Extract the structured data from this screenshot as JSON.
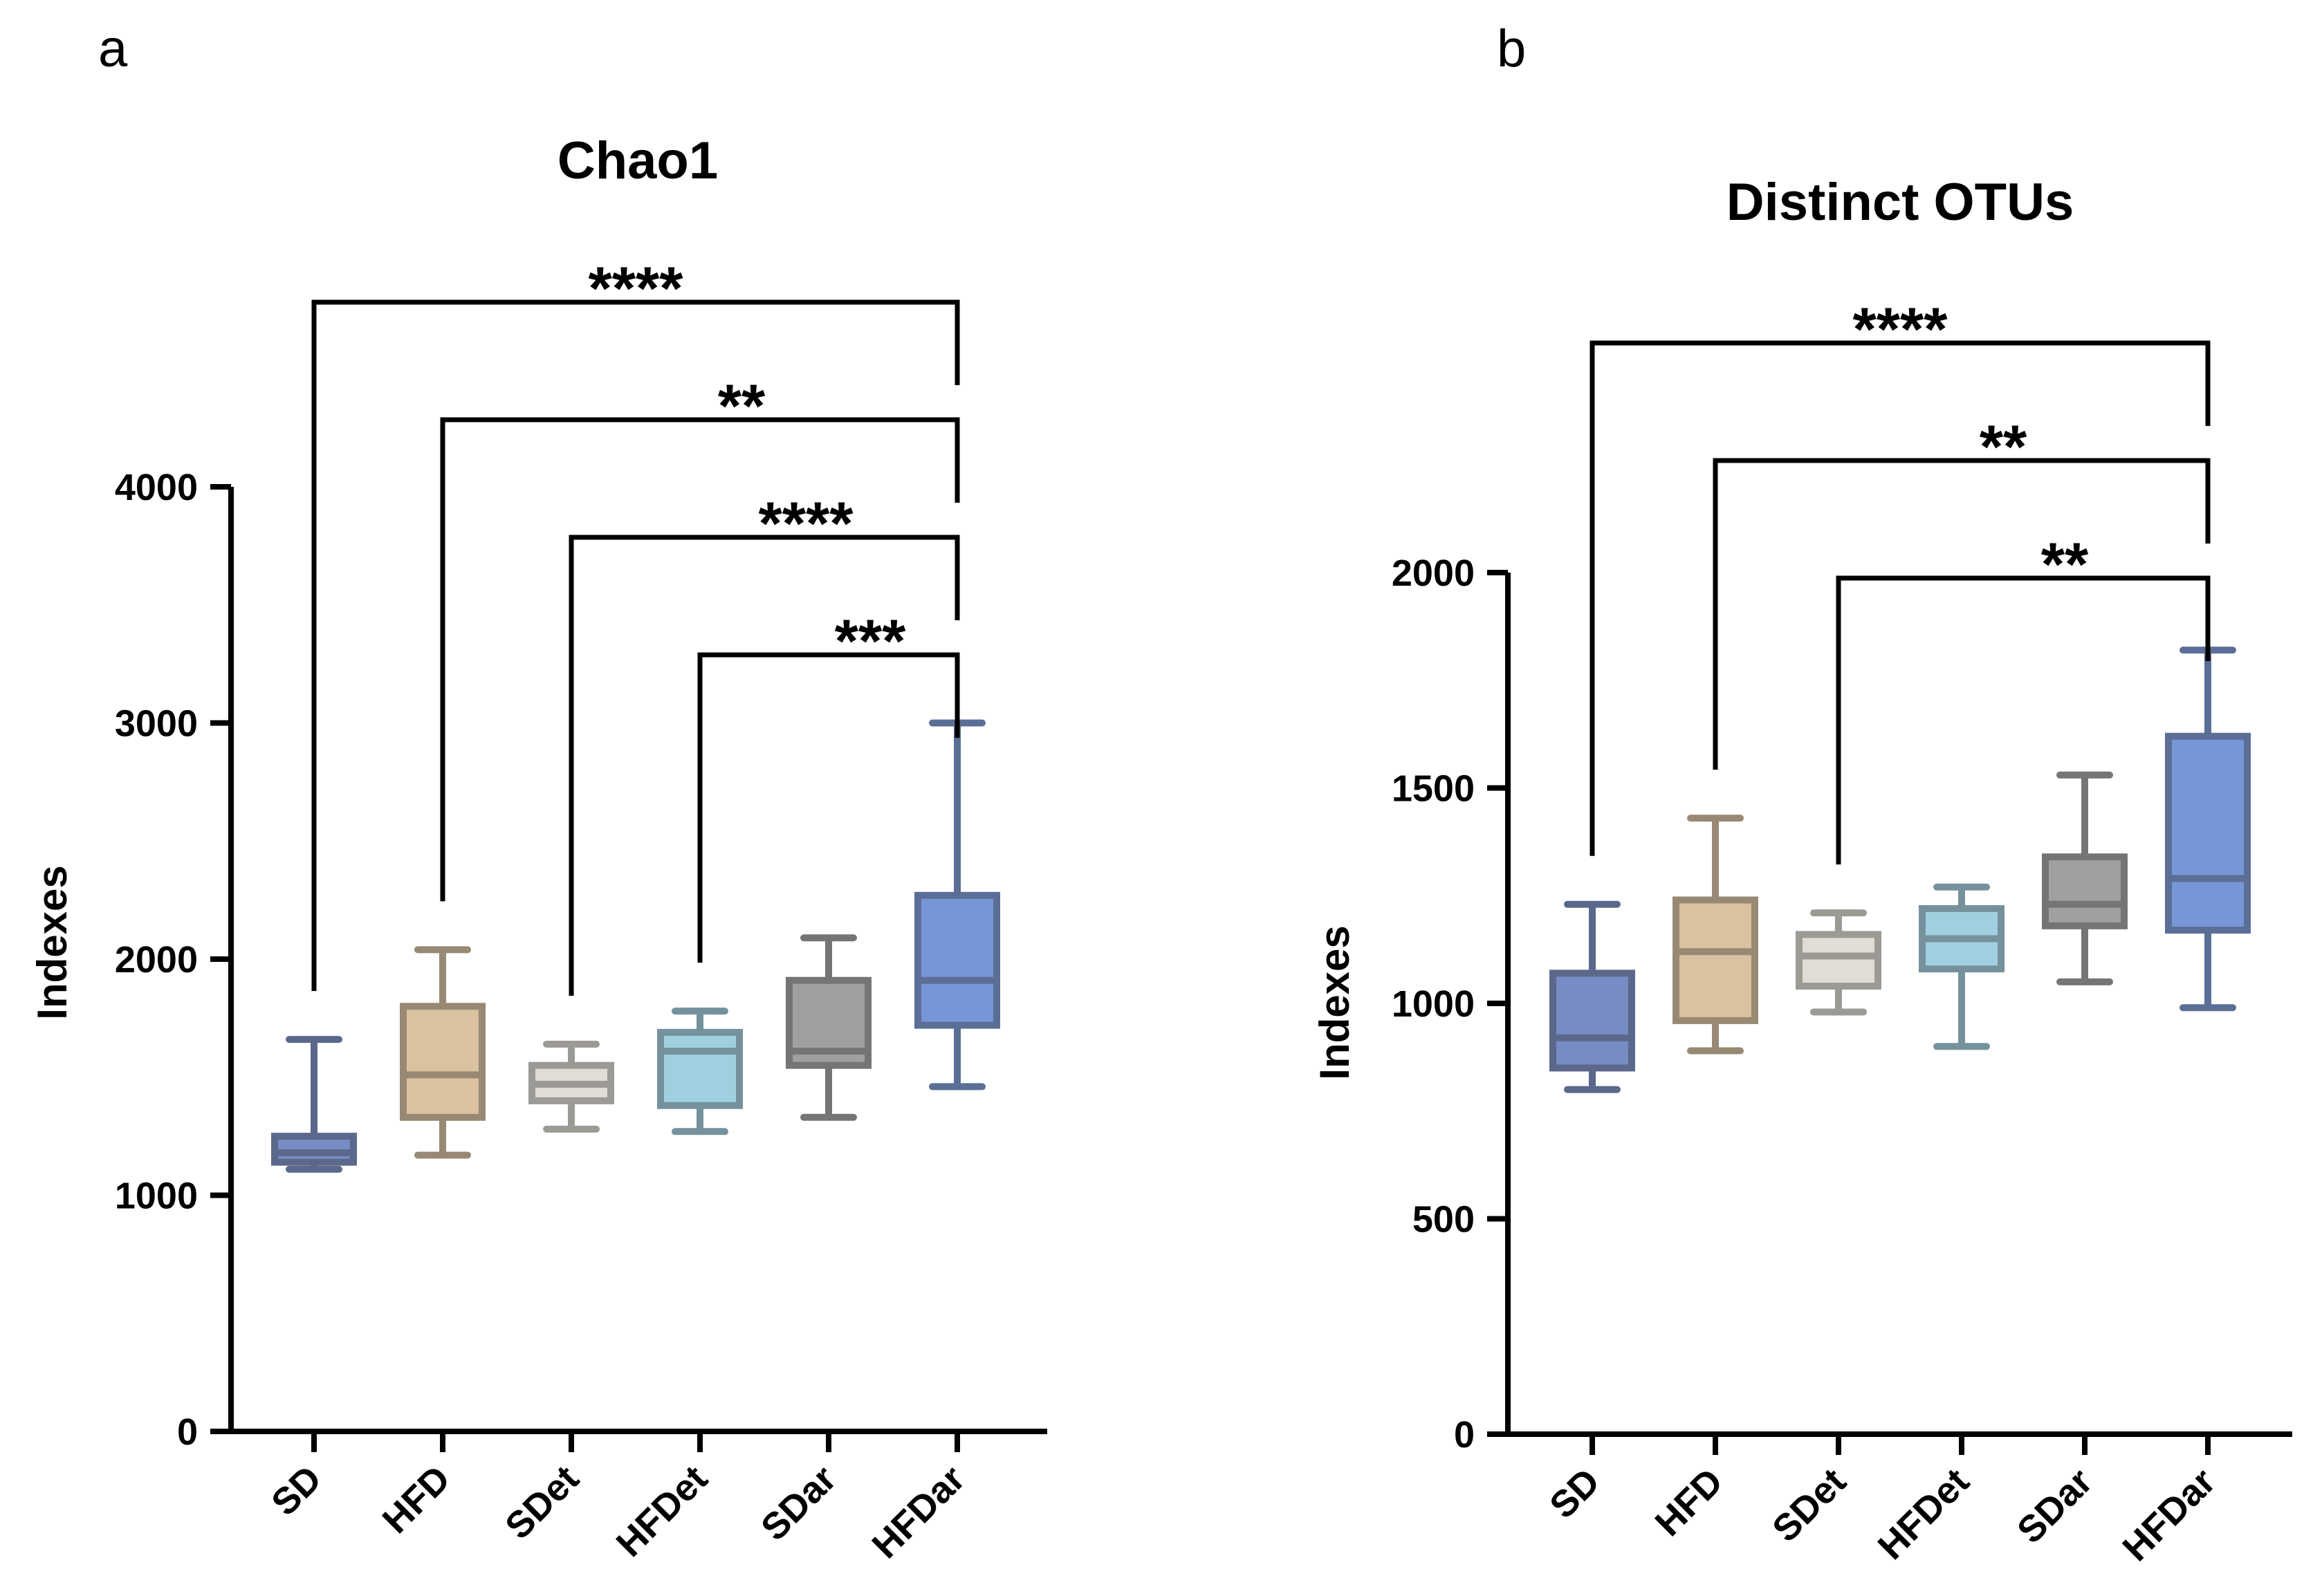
{
  "colors": {
    "SD": "#5a72b8",
    "HFD": "#d2b48a",
    "SDet": "#d9d6cc",
    "HFDet": "#8cc6da",
    "SDar": "#8c8c8c",
    "HFDar": "#5a7fcf",
    "axis": "#000000"
  },
  "chart_data": [
    {
      "panel": "a",
      "type": "box",
      "title": "Chao1",
      "ylabel": "Indexes",
      "xlabel": "",
      "ylim": [
        0,
        4000
      ],
      "yticks": [
        0,
        1000,
        2000,
        3000,
        4000
      ],
      "categories": [
        "SD",
        "HFD",
        "SDet",
        "HFDet",
        "SDar",
        "HFDar"
      ],
      "boxes": [
        {
          "category": "SD",
          "min": 1110,
          "q1": 1140,
          "median": 1180,
          "q3": 1250,
          "max": 1660
        },
        {
          "category": "HFD",
          "min": 1170,
          "q1": 1330,
          "median": 1510,
          "q3": 1800,
          "max": 2040
        },
        {
          "category": "SDet",
          "min": 1280,
          "q1": 1400,
          "median": 1470,
          "q3": 1550,
          "max": 1640
        },
        {
          "category": "HFDet",
          "min": 1270,
          "q1": 1380,
          "median": 1610,
          "q3": 1690,
          "max": 1780
        },
        {
          "category": "SDar",
          "min": 1330,
          "q1": 1550,
          "median": 1610,
          "q3": 1910,
          "max": 2090
        },
        {
          "category": "HFDar",
          "min": 1460,
          "q1": 1720,
          "median": 1910,
          "q3": 2270,
          "max": 3000
        }
      ],
      "significance": [
        {
          "from": "SD",
          "to": "HFDar",
          "label": "****"
        },
        {
          "from": "HFD",
          "to": "HFDar",
          "label": "**"
        },
        {
          "from": "SDet",
          "to": "HFDar",
          "label": "****"
        },
        {
          "from": "HFDet",
          "to": "HFDar",
          "label": "***"
        }
      ]
    },
    {
      "panel": "b",
      "type": "box",
      "title": "Distinct OTUs",
      "ylabel": "Indexes",
      "xlabel": "",
      "ylim": [
        0,
        2000
      ],
      "yticks": [
        0,
        500,
        1000,
        1500,
        2000
      ],
      "categories": [
        "SD",
        "HFD",
        "SDet",
        "HFDet",
        "SDar",
        "HFDar"
      ],
      "boxes": [
        {
          "category": "SD",
          "min": 800,
          "q1": 850,
          "median": 920,
          "q3": 1070,
          "max": 1230
        },
        {
          "category": "HFD",
          "min": 890,
          "q1": 960,
          "median": 1120,
          "q3": 1240,
          "max": 1430
        },
        {
          "category": "SDet",
          "min": 980,
          "q1": 1040,
          "median": 1110,
          "q3": 1160,
          "max": 1210
        },
        {
          "category": "HFDet",
          "min": 900,
          "q1": 1080,
          "median": 1150,
          "q3": 1220,
          "max": 1270
        },
        {
          "category": "SDar",
          "min": 1050,
          "q1": 1180,
          "median": 1230,
          "q3": 1340,
          "max": 1530
        },
        {
          "category": "HFDar",
          "min": 990,
          "q1": 1170,
          "median": 1290,
          "q3": 1620,
          "max": 1820
        }
      ],
      "significance": [
        {
          "from": "SD",
          "to": "HFDar",
          "label": "****"
        },
        {
          "from": "HFD",
          "to": "HFDar",
          "label": "**"
        },
        {
          "from": "SDet",
          "to": "HFDar",
          "label": "**"
        }
      ]
    }
  ]
}
